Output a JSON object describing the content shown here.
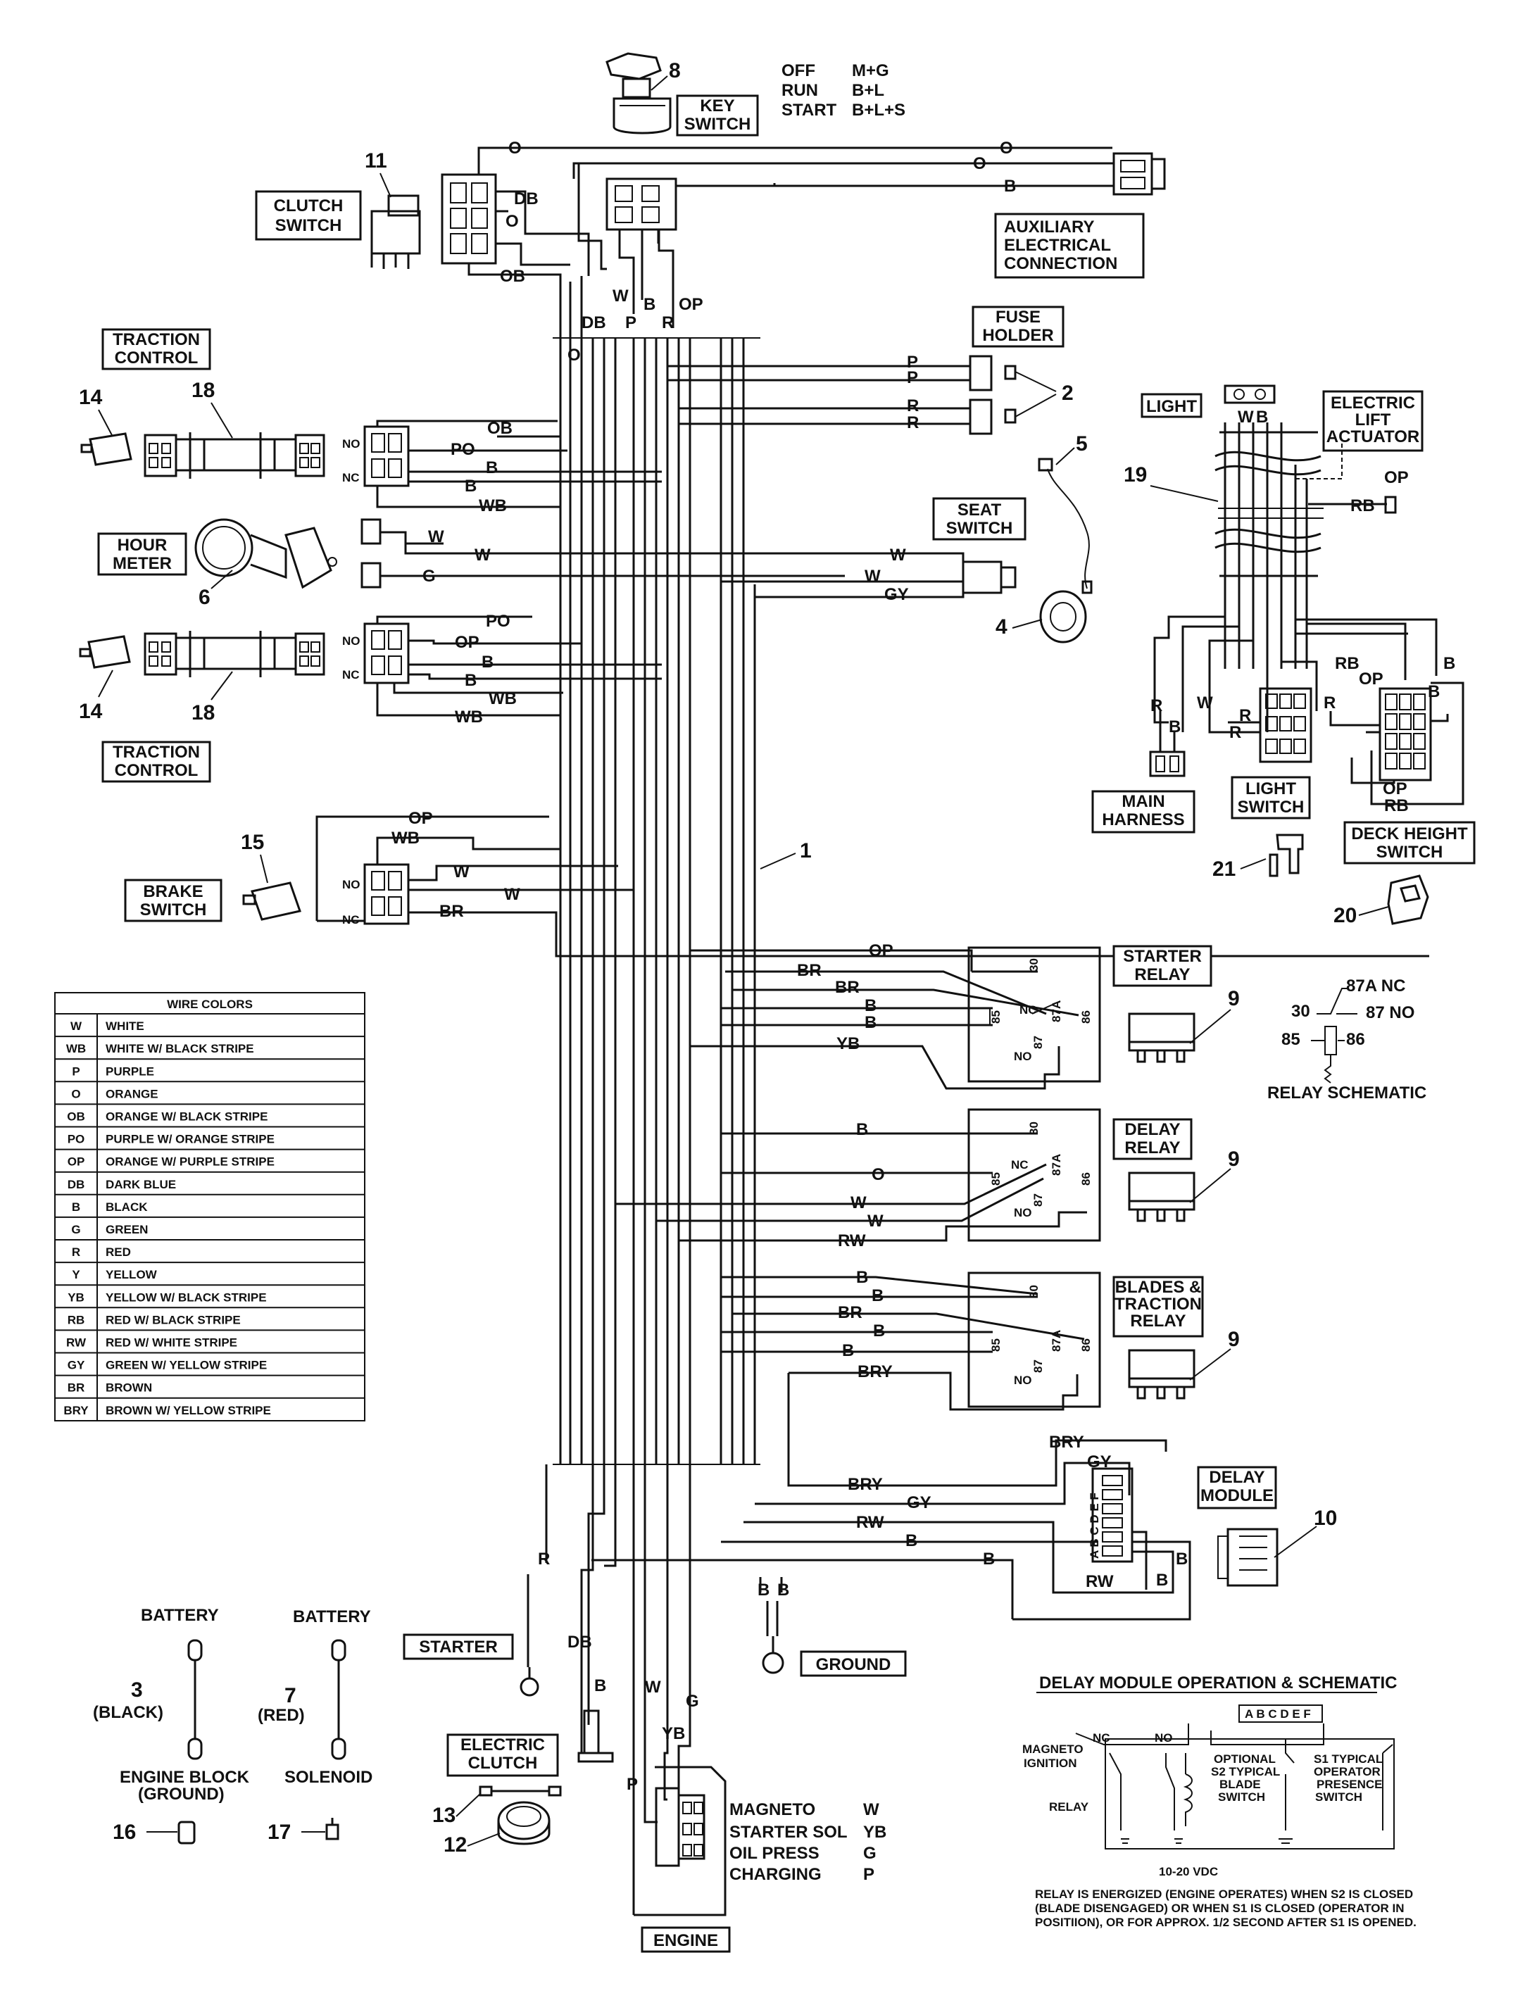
{
  "key_switch": {
    "title_line1": "KEY",
    "title_line2": "SWITCH",
    "positions": [
      {
        "pos": "OFF",
        "conn": "M+G"
      },
      {
        "pos": "RUN",
        "conn": "B+L"
      },
      {
        "pos": "START",
        "conn": "B+L+S"
      }
    ]
  },
  "labels": {
    "clutch_switch": [
      "CLUTCH",
      "SWITCH"
    ],
    "aux_connection": [
      "AUXILIARY",
      "ELECTRICAL",
      "CONNECTION"
    ],
    "fuse_holder": [
      "FUSE",
      "HOLDER"
    ],
    "traction_control": [
      "TRACTION",
      "CONTROL"
    ],
    "hour_meter": [
      "HOUR",
      "METER"
    ],
    "seat_switch": [
      "SEAT",
      "SWITCH"
    ],
    "light": "LIGHT",
    "electric_lift_actuator": [
      "ELECTRIC",
      "LIFT",
      "ACTUATOR"
    ],
    "main_harness": [
      "MAIN",
      "HARNESS"
    ],
    "light_switch": [
      "LIGHT",
      "SWITCH"
    ],
    "deck_height_switch": [
      "DECK HEIGHT",
      "SWITCH"
    ],
    "brake_switch": [
      "BRAKE",
      "SWITCH"
    ],
    "starter_relay": [
      "STARTER",
      "RELAY"
    ],
    "delay_relay": [
      "DELAY",
      "RELAY"
    ],
    "blades_traction_relay": [
      "BLADES &",
      "TRACTION",
      "RELAY"
    ],
    "delay_module": [
      "DELAY",
      "MODULE"
    ],
    "relay_schematic": "RELAY SCHEMATIC",
    "starter": "STARTER",
    "ground": "GROUND",
    "electric_clutch": [
      "ELECTRIC",
      "CLUTCH"
    ],
    "engine": "ENGINE",
    "battery": "BATTERY",
    "battery_black": "(BLACK)",
    "battery_red": "(RED)",
    "engine_block": [
      "ENGINE BLOCK",
      "(GROUND)"
    ],
    "solenoid": "SOLENOID",
    "no": "NO",
    "nc": "NC"
  },
  "relay_schematic": {
    "pins": [
      "30",
      "87A  NC",
      "87  NO",
      "85",
      "86"
    ]
  },
  "relay_pins": [
    "30",
    "85",
    "86",
    "87",
    "87A",
    "NC",
    "NO"
  ],
  "engine_connector": [
    {
      "name": "MAGNETO",
      "wire": "W"
    },
    {
      "name": "STARTER SOL",
      "wire": "YB"
    },
    {
      "name": "OIL PRESS",
      "wire": "G"
    },
    {
      "name": "CHARGING",
      "wire": "P"
    }
  ],
  "wire_colors": {
    "title": "WIRE COLORS",
    "rows": [
      {
        "code": "W",
        "name": "WHITE"
      },
      {
        "code": "WB",
        "name": "WHITE W/ BLACK STRIPE"
      },
      {
        "code": "P",
        "name": "PURPLE"
      },
      {
        "code": "O",
        "name": "ORANGE"
      },
      {
        "code": "OB",
        "name": "ORANGE W/ BLACK STRIPE"
      },
      {
        "code": "PO",
        "name": "PURPLE W/ ORANGE STRIPE"
      },
      {
        "code": "OP",
        "name": "ORANGE W/ PURPLE STRIPE"
      },
      {
        "code": "DB",
        "name": "DARK BLUE"
      },
      {
        "code": "B",
        "name": "BLACK"
      },
      {
        "code": "G",
        "name": "GREEN"
      },
      {
        "code": "R",
        "name": "RED"
      },
      {
        "code": "Y",
        "name": "YELLOW"
      },
      {
        "code": "YB",
        "name": "YELLOW W/ BLACK STRIPE"
      },
      {
        "code": "RB",
        "name": "RED W/ BLACK STRIPE"
      },
      {
        "code": "RW",
        "name": "RED W/ WHITE STRIPE"
      },
      {
        "code": "GY",
        "name": "GREEN W/ YELLOW STRIPE"
      },
      {
        "code": "BR",
        "name": "BROWN"
      },
      {
        "code": "BRY",
        "name": "BROWN W/ YELLOW STRIPE"
      }
    ]
  },
  "delay_module_schematic": {
    "title": "DELAY MODULE OPERATION & SCHEMATIC",
    "pins": "A B C D E F",
    "magneto": [
      "MAGNETO",
      "IGNITION"
    ],
    "relay": "RELAY",
    "voltage": "10-20 VDC",
    "s2": [
      "OPTIONAL",
      "S2 TYPICAL",
      "BLADE",
      "SWITCH"
    ],
    "s1": [
      "S1 TYPICAL",
      "OPERATOR",
      "PRESENCE",
      "SWITCH"
    ],
    "note": [
      "RELAY IS ENERGIZED (ENGINE OPERATES) WHEN S2 IS CLOSED",
      "(BLADE DISENGAGED) OR WHEN S1 IS CLOSED (OPERATOR IN",
      "POSITIION), OR FOR APPROX. 1/2 SECOND AFTER S1 IS OPENED."
    ]
  },
  "callouts": [
    "1",
    "2",
    "3",
    "4",
    "5",
    "6",
    "7",
    "8",
    "9",
    "10",
    "11",
    "12",
    "13",
    "14",
    "15",
    "16",
    "17",
    "18",
    "19",
    "20",
    "21"
  ],
  "wire_codes": [
    "O",
    "DB",
    "OB",
    "W",
    "B",
    "P",
    "R",
    "Y",
    "PO",
    "WB",
    "G",
    "OP",
    "GY",
    "BR",
    "YB",
    "RW",
    "BRY",
    "RB"
  ]
}
